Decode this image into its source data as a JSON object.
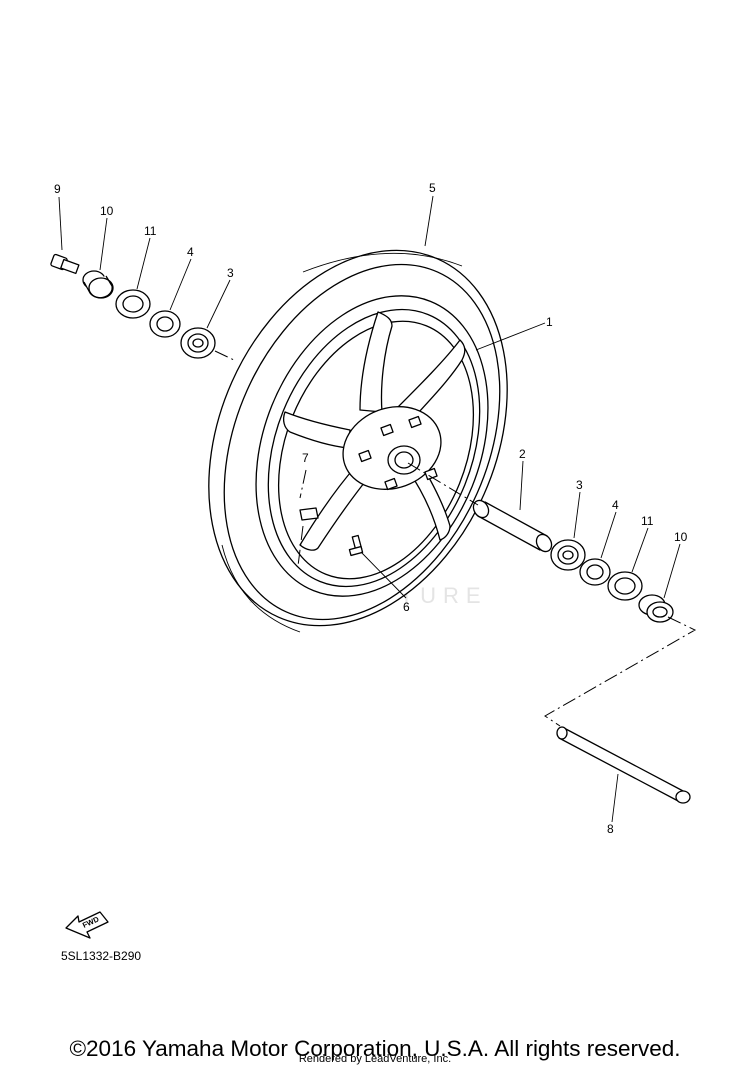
{
  "callouts": [
    {
      "id": "9",
      "text": "9"
    },
    {
      "id": "10a",
      "text": "10"
    },
    {
      "id": "11a",
      "text": "11"
    },
    {
      "id": "4a",
      "text": "4"
    },
    {
      "id": "3a",
      "text": "3"
    },
    {
      "id": "5",
      "text": "5"
    },
    {
      "id": "1",
      "text": "1"
    },
    {
      "id": "7",
      "text": "7"
    },
    {
      "id": "2",
      "text": "2"
    },
    {
      "id": "3b",
      "text": "3"
    },
    {
      "id": "4b",
      "text": "4"
    },
    {
      "id": "11b",
      "text": "11"
    },
    {
      "id": "10b",
      "text": "10"
    },
    {
      "id": "6",
      "text": "6"
    },
    {
      "id": "8",
      "text": "8"
    }
  ],
  "fwd_label": "FWD",
  "watermark": "LEADVENTURE",
  "part_code": "5SL1332-B290",
  "copyright": "©2016 Yamaha Motor Corporation, U.S.A. All rights reserved.",
  "rendered_by": "Rendered by LeadVenture, Inc.",
  "colors": {
    "line": "#000000",
    "watermark": "#e4e4e4",
    "background": "#ffffff"
  }
}
